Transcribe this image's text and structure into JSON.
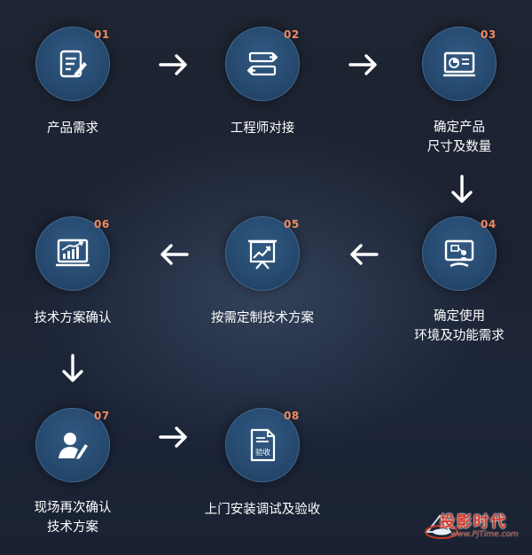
{
  "steps": [
    {
      "num": "01",
      "lines": [
        "产品需求"
      ],
      "icon": "edit-list-icon"
    },
    {
      "num": "02",
      "lines": [
        "工程师对接"
      ],
      "icon": "exchange-arrows-icon"
    },
    {
      "num": "03",
      "lines": [
        "确定产品",
        "尺寸及数量"
      ],
      "icon": "presentation-screen-icon"
    },
    {
      "num": "04",
      "lines": [
        "确定使用",
        "环境及功能需求"
      ],
      "icon": "monitor-settings-icon"
    },
    {
      "num": "05",
      "lines": [
        "按需定制技术方案"
      ],
      "icon": "trend-board-icon"
    },
    {
      "num": "06",
      "lines": [
        "技术方案确认"
      ],
      "icon": "growth-chart-icon"
    },
    {
      "num": "07",
      "lines": [
        "现场再次确认",
        "技术方案"
      ],
      "icon": "user-edit-icon"
    },
    {
      "num": "08",
      "lines": [
        "上门安装调试及验收"
      ],
      "icon": "acceptance-document-icon",
      "icon_text": "验收"
    }
  ],
  "watermark": {
    "text": "投影时代",
    "url": "www.PjTime.com"
  },
  "colors": {
    "step_number": "#f08a5d",
    "circle": "#2a4e75",
    "arrow": "#ffffff"
  }
}
